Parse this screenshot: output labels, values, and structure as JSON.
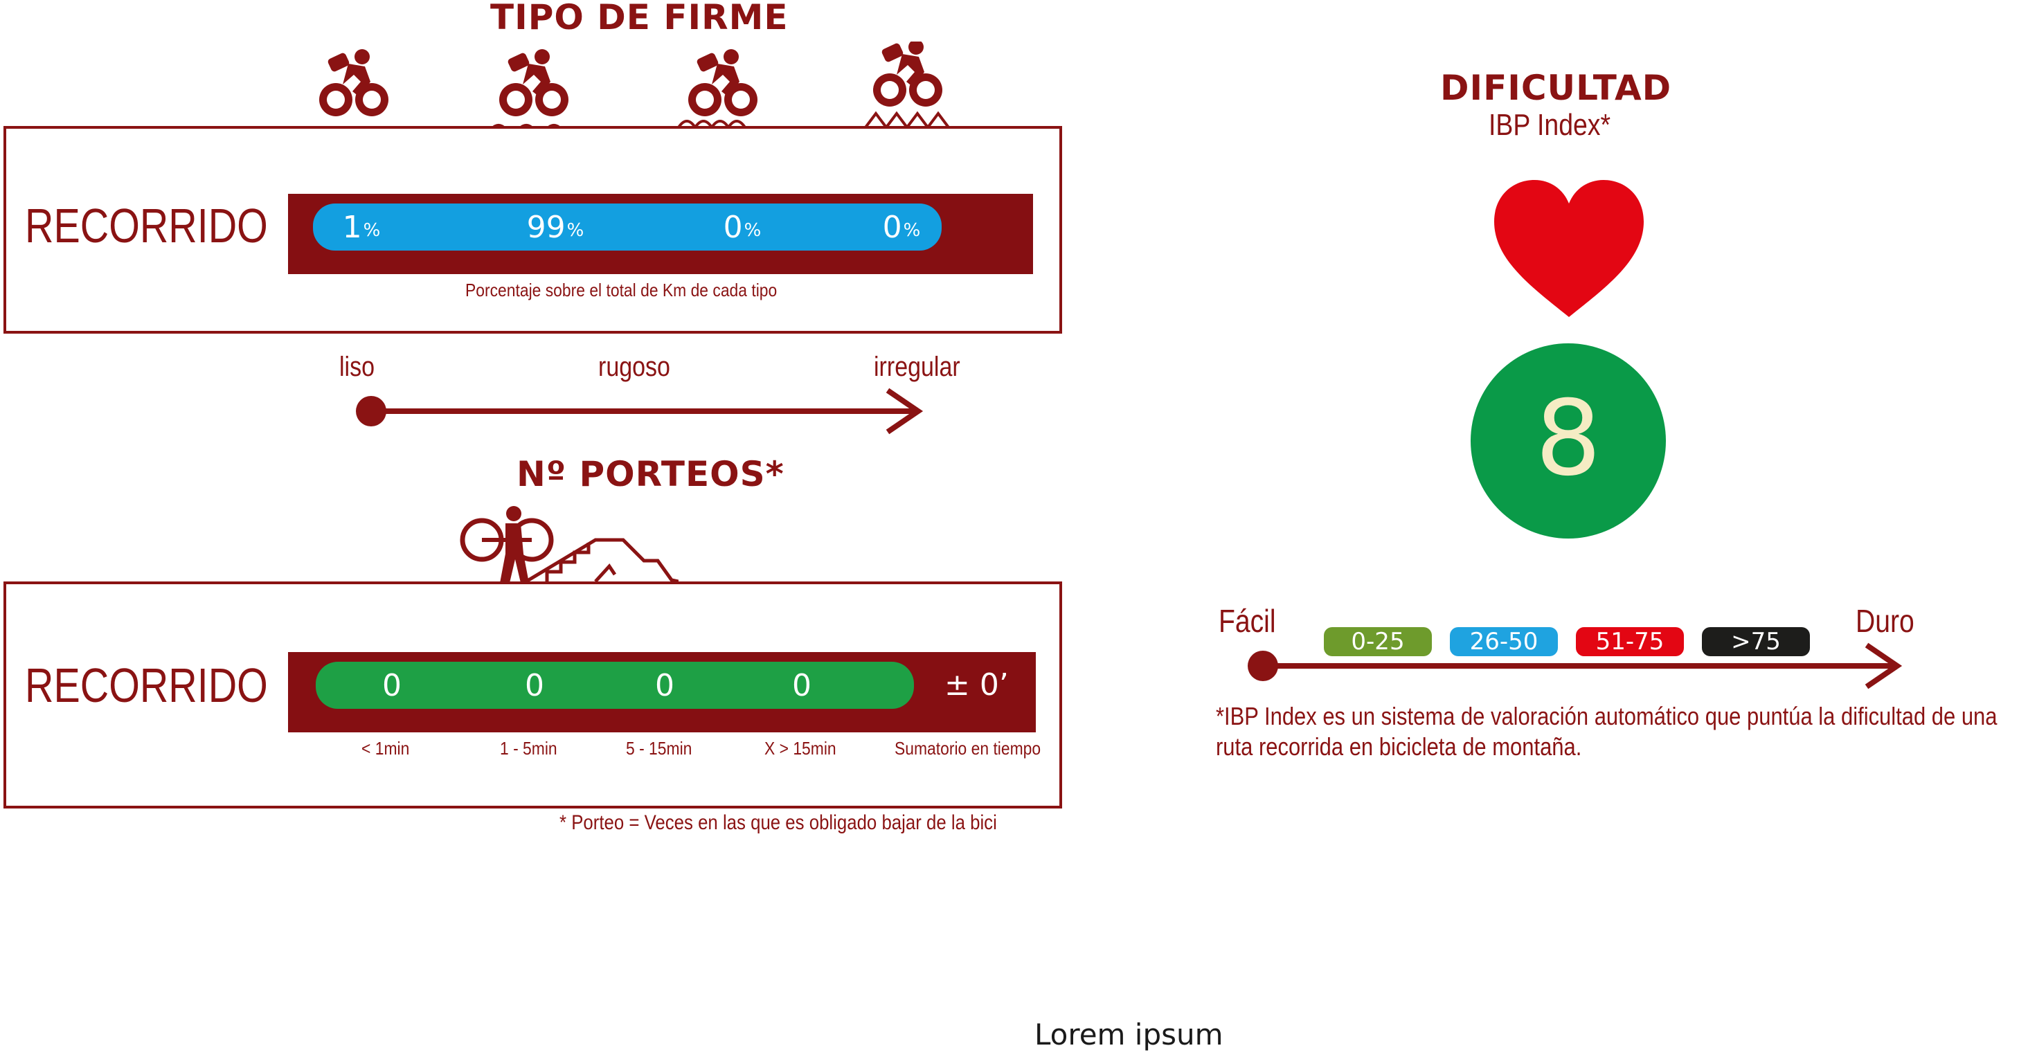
{
  "firme": {
    "title": "TIPO DE FIRME",
    "row_label": "RECORRIDO",
    "values": [
      {
        "value": "1",
        "unit": "%"
      },
      {
        "value": "99",
        "unit": "%"
      },
      {
        "value": "0",
        "unit": "%"
      },
      {
        "value": "0",
        "unit": "%"
      }
    ],
    "caption": "Porcentaje sobre el total de Km de cada tipo",
    "scale": {
      "start": "liso",
      "middle": "rugoso",
      "end": "irregular"
    }
  },
  "porteos": {
    "title": "Nº PORTEOS*",
    "row_label": "RECORRIDO",
    "values": [
      "0",
      "0",
      "0",
      "0"
    ],
    "total": "± 0’",
    "columns": [
      "< 1min",
      "1 - 5min",
      "5 - 15min",
      "X > 15min",
      "Sumatorio en tiempo"
    ],
    "footnote": "* Porteo = Veces en las que es obligado bajar de la bici"
  },
  "dificultad": {
    "title": "DIFICULTAD",
    "subtitle": "IBP Index*",
    "score": "8",
    "scale_start": "Fácil",
    "scale_end": "Duro",
    "ranges": [
      {
        "label": "0-25",
        "color": "#6e9b2c"
      },
      {
        "label": "26-50",
        "color": "#1fa3e0"
      },
      {
        "label": "51-75",
        "color": "#e30613"
      },
      {
        "label": ">75",
        "color": "#1d1d1b"
      }
    ],
    "note_line1": "*IBP Index es un sistema de valoración automático que puntúa la dificultad de una",
    "note_line2": "ruta recorrida en bicicleta de montaña."
  },
  "footer": "Lorem ipsum",
  "colors": {
    "brand": "#8a1313",
    "bar": "#850f12",
    "blue": "#139fe0",
    "green": "#1ea045",
    "heart": "#e30613",
    "circle": "#0a9a48",
    "score_text": "#f5ecc4"
  },
  "icons": [
    "cyclist-smooth-icon",
    "cyclist-rough-icon",
    "cyclist-bumpy-icon",
    "cyclist-irregular-icon",
    "carry-bike-icon",
    "stairs-icon",
    "heart-icon",
    "arrow-icon"
  ]
}
